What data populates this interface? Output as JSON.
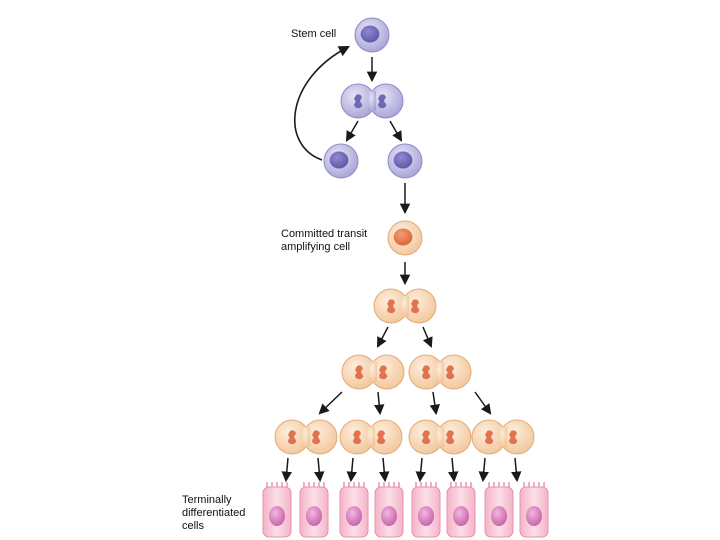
{
  "labels": {
    "stem_cell": "Stem cell",
    "transit_line1": "Committed transit",
    "transit_line2": "amplifying cell",
    "terminal_line1": "Terminally",
    "terminal_line2": "differentiated",
    "terminal_line3": "cells"
  },
  "colors": {
    "stem_fill": "#b7b3de",
    "stem_edge": "#8f89c6",
    "stem_nucleus": "#6e69b6",
    "amp_fill": "#f7d5b0",
    "amp_edge": "#e2ab78",
    "amp_nucleus": "#e2734f",
    "diff_fill": "#f7c4d3",
    "diff_edge": "#e590ad",
    "diff_nucleus": "#cf6fae",
    "arrow": "#1a1a1a"
  }
}
